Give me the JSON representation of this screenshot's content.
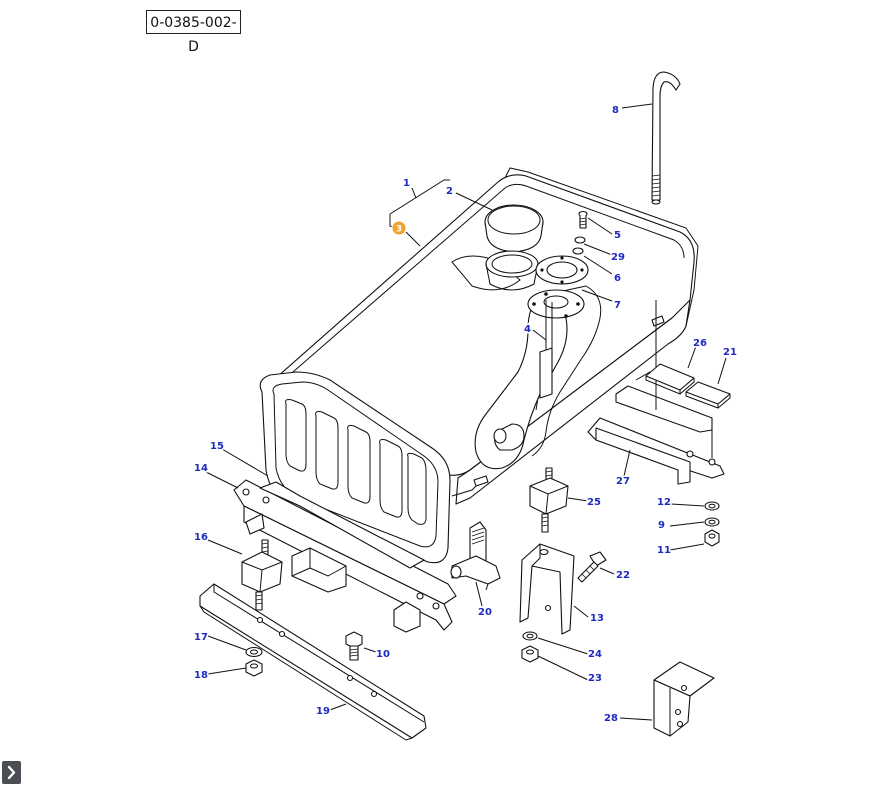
{
  "drawing_ref": "0-0385-002-D",
  "hotspot": {
    "number": "3",
    "color": "#f0a22a"
  },
  "label_color": "#1d2bc2",
  "callouts": [
    {
      "id": "1",
      "text": "1"
    },
    {
      "id": "2",
      "text": "2"
    },
    {
      "id": "4",
      "text": "4"
    },
    {
      "id": "5",
      "text": "5"
    },
    {
      "id": "6",
      "text": "6"
    },
    {
      "id": "7",
      "text": "7"
    },
    {
      "id": "8",
      "text": "8"
    },
    {
      "id": "9",
      "text": "9"
    },
    {
      "id": "10",
      "text": "10"
    },
    {
      "id": "11",
      "text": "11"
    },
    {
      "id": "12",
      "text": "12"
    },
    {
      "id": "13",
      "text": "13"
    },
    {
      "id": "14",
      "text": "14"
    },
    {
      "id": "15",
      "text": "15"
    },
    {
      "id": "16",
      "text": "16"
    },
    {
      "id": "17",
      "text": "17"
    },
    {
      "id": "18",
      "text": "18"
    },
    {
      "id": "19",
      "text": "19"
    },
    {
      "id": "20",
      "text": "20"
    },
    {
      "id": "21",
      "text": "21"
    },
    {
      "id": "22",
      "text": "22"
    },
    {
      "id": "23",
      "text": "23"
    },
    {
      "id": "24",
      "text": "24"
    },
    {
      "id": "25",
      "text": "25"
    },
    {
      "id": "26",
      "text": "26"
    },
    {
      "id": "27",
      "text": "27"
    },
    {
      "id": "28",
      "text": "28"
    },
    {
      "id": "29",
      "text": "29"
    }
  ],
  "toolbar": {
    "expand_icon": "chevron-right-icon"
  }
}
